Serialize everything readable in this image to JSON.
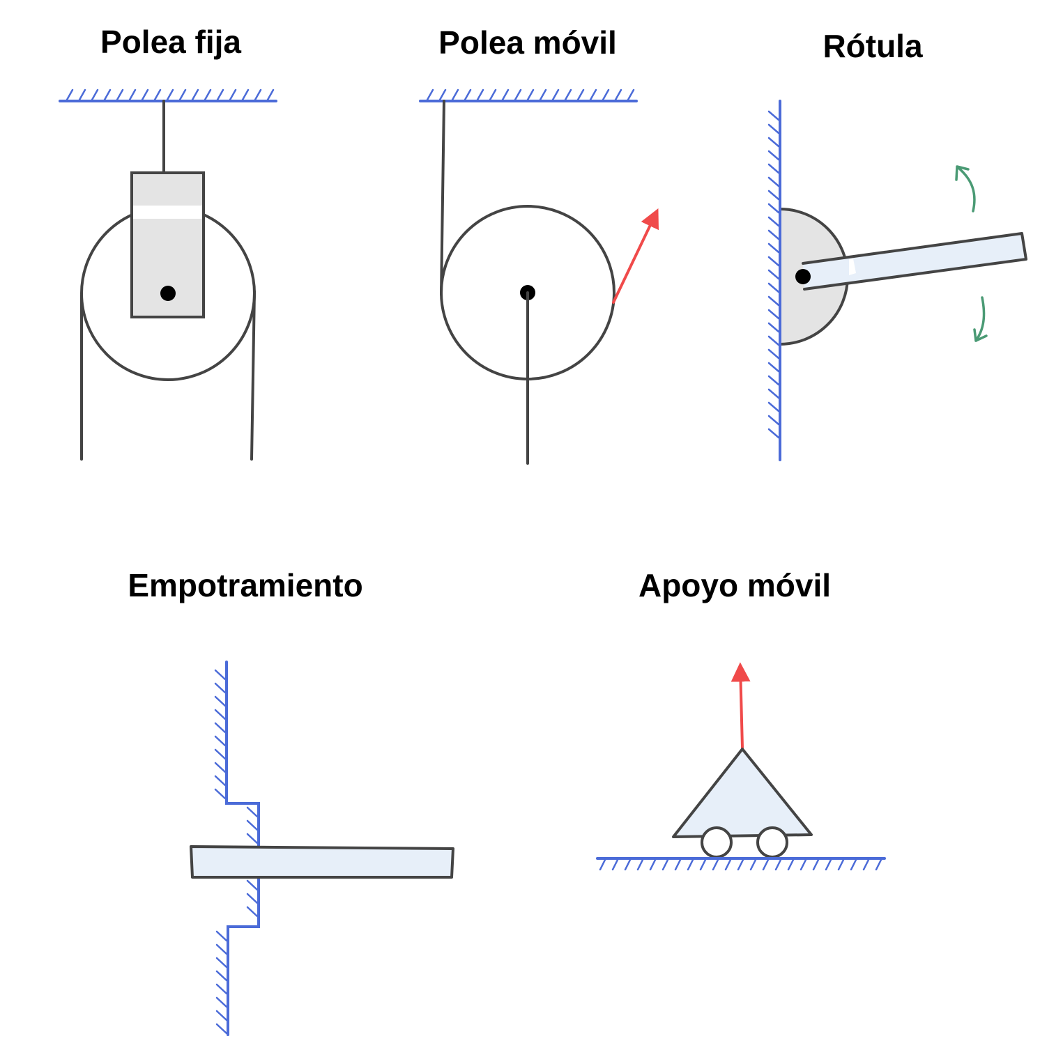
{
  "titles": {
    "fixed_pulley": "Polea fija",
    "movable_pulley": "Polea móvil",
    "ball_joint": "Rótula",
    "fixed_support": "Empotramiento",
    "roller_support": "Apoyo móvil"
  },
  "colors": {
    "ground": "#4b6bd8",
    "structure": "#444444",
    "force": "#f04a4a",
    "rotation": "#4a9a74",
    "beam_fill": "#e7eff9",
    "block_fill": "#e4e4e4"
  },
  "icons": {
    "force": "arrow-icon",
    "rotation": "curved-arrow-icon"
  }
}
